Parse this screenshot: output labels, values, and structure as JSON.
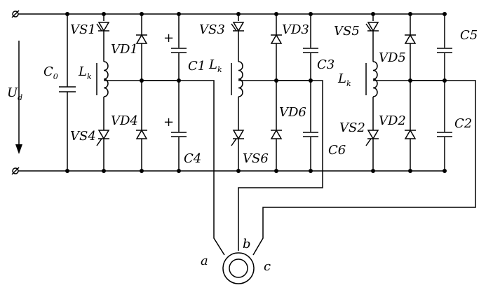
{
  "source": {
    "voltage_label": "U",
    "voltage_sub": "d",
    "capacitor_label": "C",
    "capacitor_sub": "0"
  },
  "inductor": {
    "label": "L",
    "sub": "k"
  },
  "legs": [
    {
      "upper_thyristor": "VS1",
      "upper_diode": "VD1",
      "upper_cap": "C1",
      "lower_thyristor": "VS4",
      "lower_diode": "VD4",
      "lower_cap": "C4"
    },
    {
      "upper_thyristor": "VS3",
      "upper_diode": "VD3",
      "upper_cap": "C3",
      "lower_thyristor": "VS6",
      "lower_diode": "VD6",
      "lower_cap": "C6"
    },
    {
      "upper_thyristor": "VS5",
      "upper_diode": "VD5",
      "upper_cap": "C5",
      "lower_thyristor": "VS2",
      "lower_diode": "VD2",
      "lower_cap": "C2"
    }
  ],
  "plus_sign": "+",
  "motor": {
    "phase_a": "a",
    "phase_b": "b",
    "phase_c": "c"
  }
}
